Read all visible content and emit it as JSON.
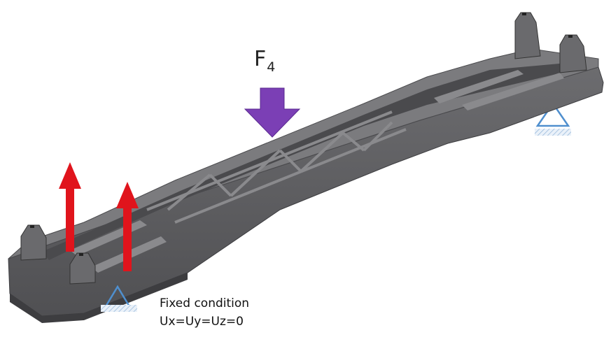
{
  "labels": {
    "force_main": "F",
    "force_sub": "4",
    "condition_title": "Fixed condition",
    "condition_equation": "Ux=Uy=Uz=0"
  },
  "colors": {
    "body": "#5a5a5c",
    "body_light": "#7b7b7e",
    "body_dark": "#3d3d40",
    "force_arrow": "#7b3fb5",
    "reaction_arrow": "#e0141c",
    "support": "#4f8fce"
  },
  "icons": [
    "downward-force-arrow",
    "upward-force-arrow",
    "pin-support-symbol",
    "ground-hatch"
  ]
}
